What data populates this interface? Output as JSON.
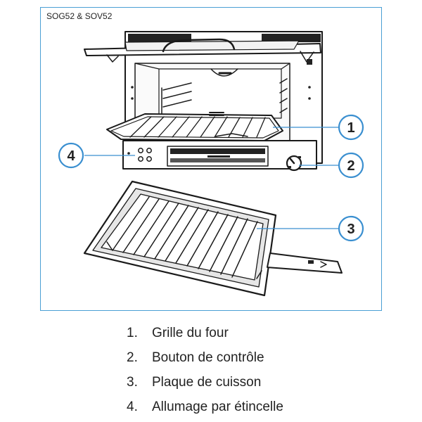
{
  "figure": {
    "model_label": "SOG52 & SOV52",
    "accent_color": "#3a8fd0",
    "callouts": [
      {
        "number": "1"
      },
      {
        "number": "2"
      },
      {
        "number": "3"
      },
      {
        "number": "4"
      }
    ]
  },
  "legend": {
    "items": [
      {
        "number": "1.",
        "label": "Grille du four"
      },
      {
        "number": "2.",
        "label": "Bouton de contrôle"
      },
      {
        "number": "3.",
        "label": "Plaque de cuisson"
      },
      {
        "number": "4.",
        "label": "Allumage par étincelle"
      }
    ]
  }
}
